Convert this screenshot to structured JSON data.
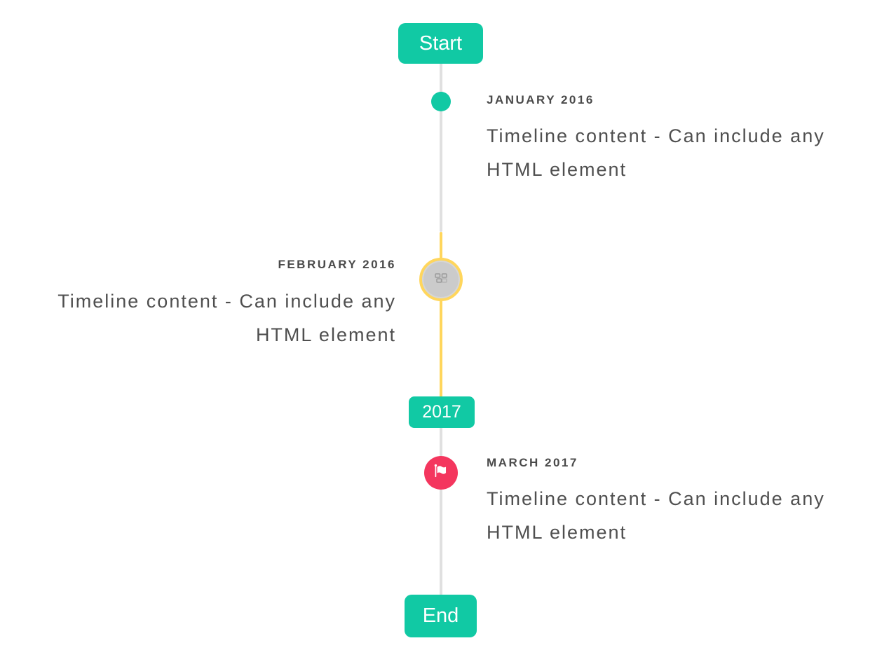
{
  "timeline": {
    "start_badge": "Start",
    "year_badge": "2017",
    "end_badge": "End",
    "items": [
      {
        "period": "JANUARY 2016",
        "content": "Timeline content - Can include any HTML element",
        "side": "right",
        "marker": "dot"
      },
      {
        "period": "FEBRUARY 2016",
        "content": "Timeline content - Can include any HTML element",
        "side": "left",
        "marker": "broken-image-icon"
      },
      {
        "period": "MARCH 2017",
        "content": "Timeline content - Can include any HTML element",
        "side": "right",
        "marker": "flag-icon"
      }
    ]
  },
  "colors": {
    "accent_teal": "#11c9a4",
    "accent_yellow": "#ffd65c",
    "accent_red": "#f4365e",
    "line_gray": "#e0e0e0",
    "marker_gray": "#cbcbcb",
    "heading_text": "#4a4a4a",
    "body_text": "#4f4f4f",
    "badge_text": "#ffffff",
    "background": "#ffffff"
  }
}
